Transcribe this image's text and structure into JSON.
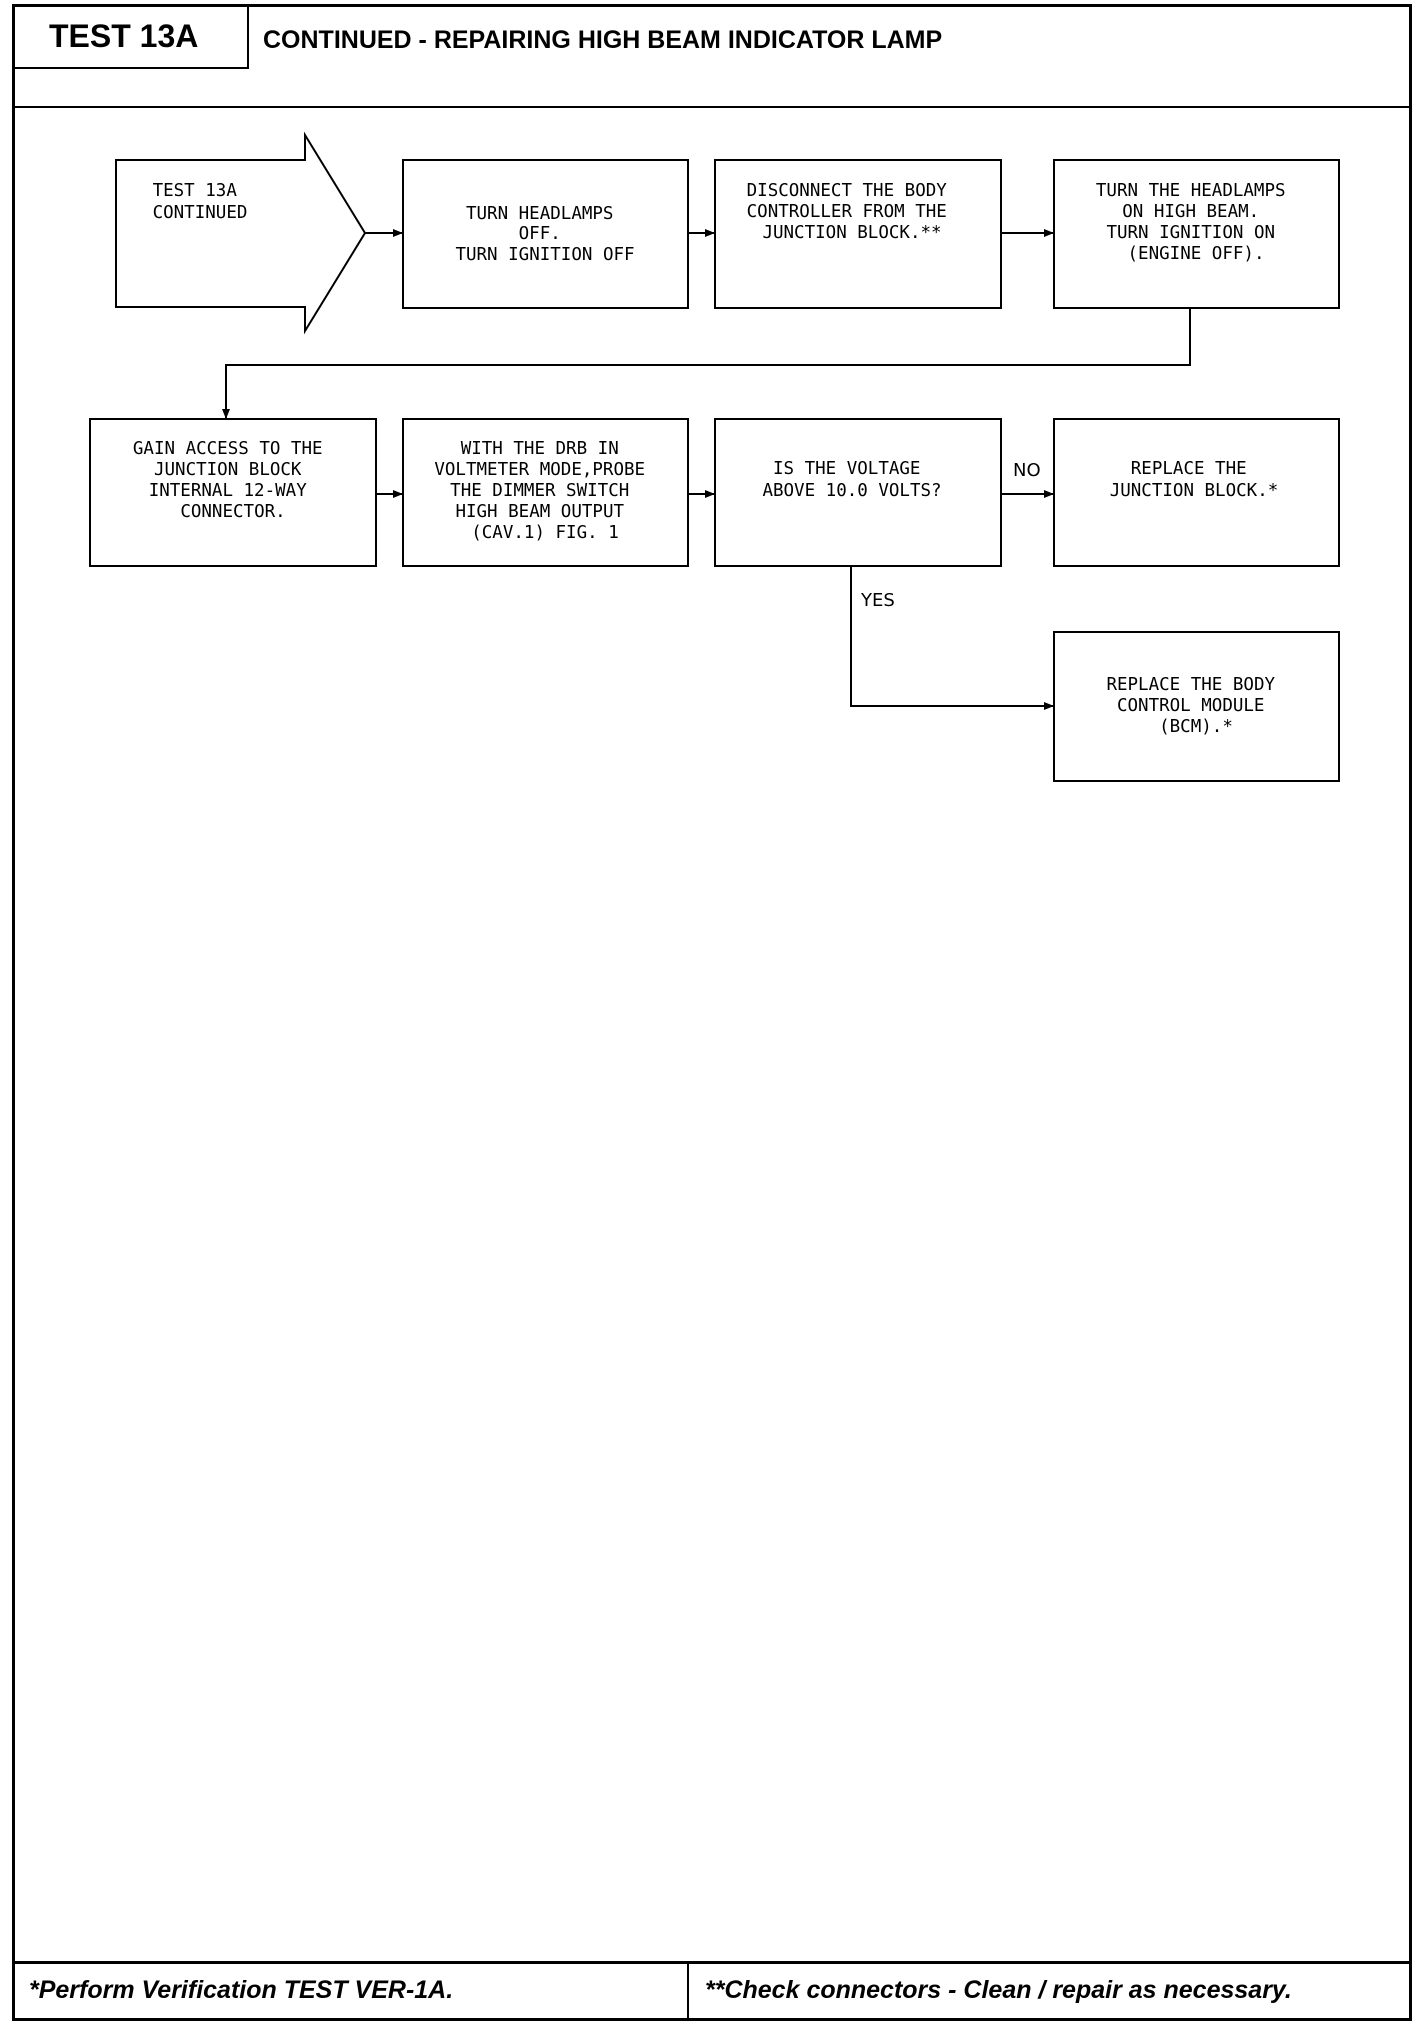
{
  "header": {
    "test_id": "TEST 13A",
    "title": "CONTINUED - REPAIRING HIGH BEAM INDICATOR LAMP"
  },
  "flowchart": {
    "nodes": [
      {
        "id": "start",
        "lines": [
          "TEST 13A",
          "CONTINUED"
        ]
      },
      {
        "id": "step1",
        "lines": [
          "TURN HEADLAMPS",
          "OFF.",
          "TURN IGNITION OFF"
        ]
      },
      {
        "id": "step2",
        "lines": [
          "DISCONNECT THE BODY",
          "CONTROLLER FROM THE",
          "JUNCTION BLOCK.**"
        ]
      },
      {
        "id": "step3",
        "lines": [
          "TURN THE HEADLAMPS",
          "ON HIGH BEAM.",
          "TURN IGNITION ON",
          "(ENGINE OFF)."
        ]
      },
      {
        "id": "step4",
        "lines": [
          "GAIN ACCESS TO THE",
          "JUNCTION BLOCK",
          "INTERNAL 12-WAY",
          "CONNECTOR."
        ]
      },
      {
        "id": "step5",
        "lines": [
          "WITH THE DRB IN",
          "VOLTMETER MODE,PROBE",
          "THE DIMMER SWITCH",
          "HIGH BEAM OUTPUT",
          "(CAV.1) FIG. 1"
        ]
      },
      {
        "id": "decision",
        "lines": [
          "IS THE VOLTAGE",
          "ABOVE 10.0 VOLTS?"
        ]
      },
      {
        "id": "no_result",
        "lines": [
          "REPLACE THE",
          "JUNCTION BLOCK.*"
        ]
      },
      {
        "id": "yes_result",
        "lines": [
          "REPLACE THE BODY",
          "CONTROL MODULE",
          "(BCM).*"
        ]
      }
    ],
    "labels": {
      "no": "NO",
      "yes": "YES"
    }
  },
  "footer": {
    "left_note": "*Perform Verification TEST VER-1A.",
    "right_note": "**Check connectors - Clean / repair as necessary."
  }
}
